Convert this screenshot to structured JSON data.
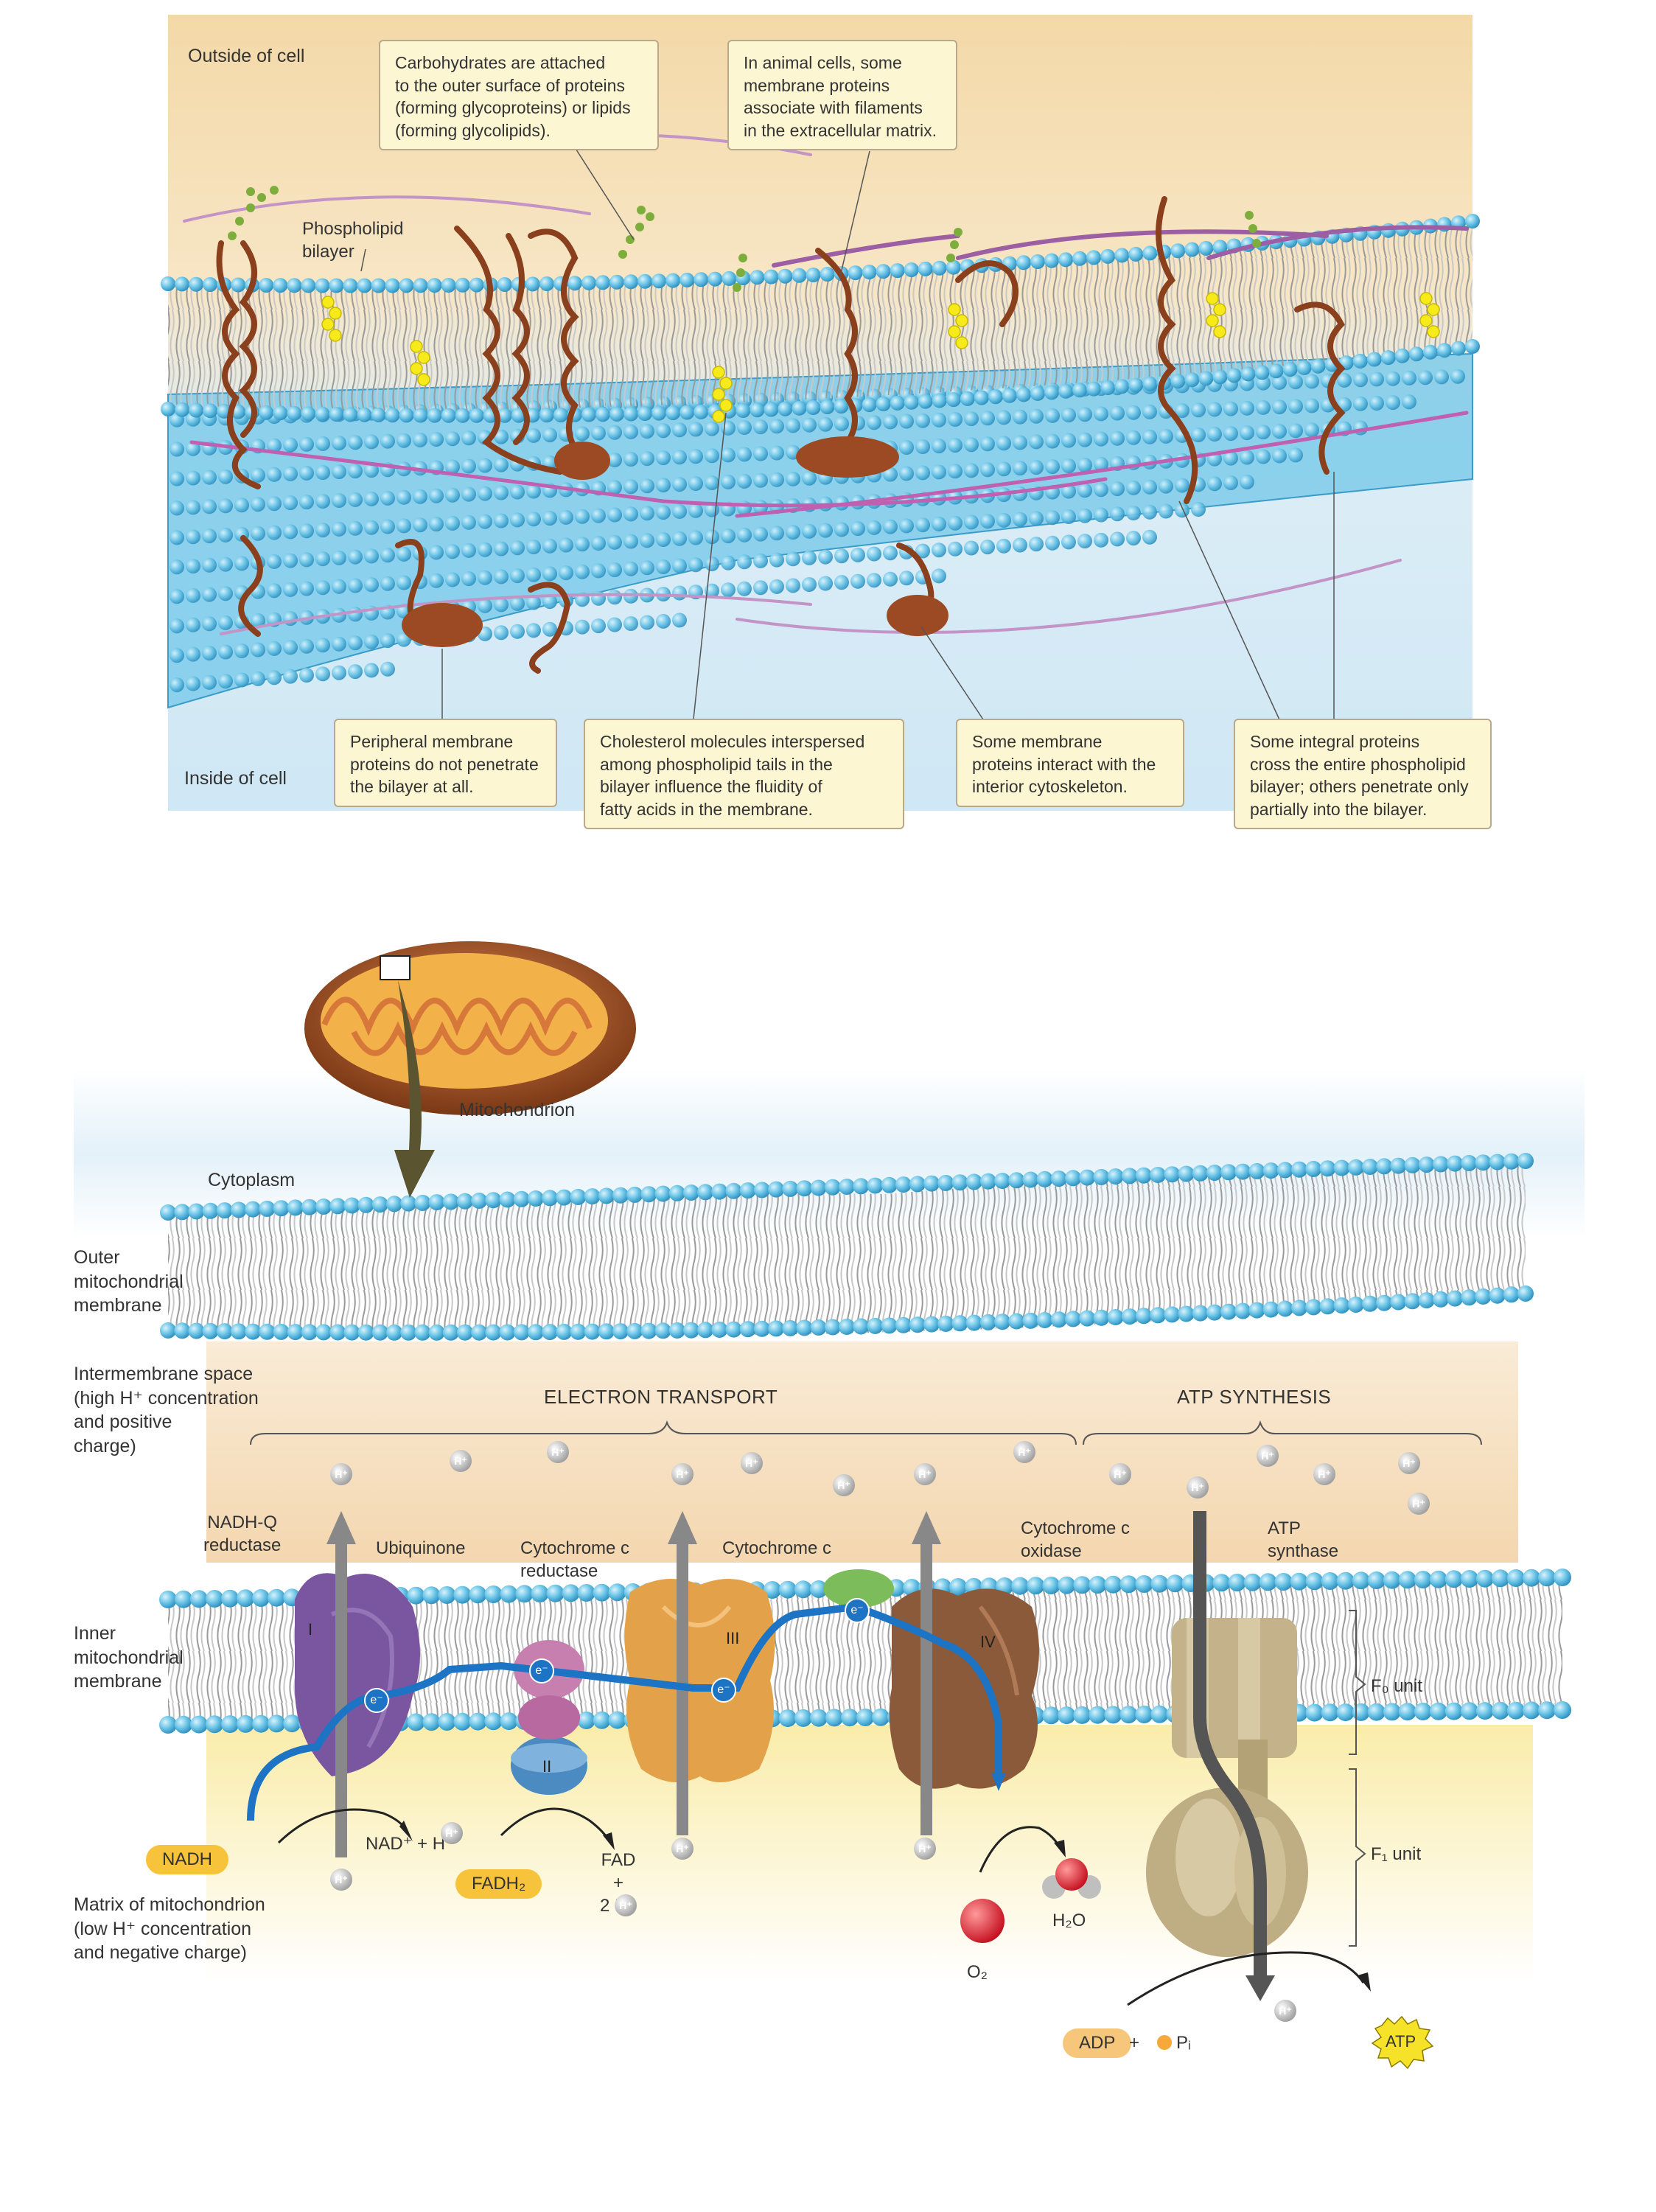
{
  "fig1": {
    "outside_label": "Outside of cell",
    "inside_label": "Inside of cell",
    "phospholipid_label": "Phospholipid\nbilayer",
    "callouts": {
      "carbohydrates": "Carbohydrates are attached\nto the outer surface of proteins\n(forming glycoproteins) or lipids\n(forming glycolipids).",
      "animal_cells": "In animal cells, some\nmembrane proteins\nassociate with filaments\nin the extracellular matrix.",
      "peripheral": "Peripheral membrane\nproteins do not penetrate\nthe bilayer at all.",
      "cholesterol": "Cholesterol molecules interspersed\namong phospholipid tails in the\nbilayer influence the fluidity of\nfatty acids in the membrane.",
      "cytoskeleton": "Some membrane\nproteins interact with the\ninterior cytoskeleton.",
      "integral": "Some integral proteins\ncross the entire phospholipid\nbilayer; others penetrate only\npartially into the bilayer."
    }
  },
  "fig2": {
    "mitochondrion_label": "Mitochondrion",
    "cytoplasm_label": "Cytoplasm",
    "outer_membrane_label": "Outer\nmitochondrial\nmembrane",
    "intermembrane_label": "Intermembrane space\n(high H⁺ concentration\nand positive\ncharge)",
    "inner_membrane_label": "Inner\nmitochondrial\nmembrane",
    "matrix_label": "Matrix of mitochondrion\n(low H⁺ concentration\nand negative charge)",
    "electron_transport_label": "ELECTRON TRANSPORT",
    "atp_synthesis_label": "ATP SYNTHESIS",
    "complexes": {
      "nadh_q": "NADH-Q\nreductase",
      "ubiquinone": "Ubiquinone",
      "cyt_c_reductase": "Cytochrome c\nreductase",
      "cyt_c": "Cytochrome c",
      "cyt_c_oxidase": "Cytochrome c\noxidase",
      "atp_synthase": "ATP\nsynthase"
    },
    "roman": [
      "I",
      "II",
      "III",
      "IV"
    ],
    "f0_unit": "F₀ unit",
    "f1_unit": "F₁ unit",
    "nadh": "NADH",
    "nad_plus_h": "NAD⁺ + H⁺",
    "fadh2": "FADH₂",
    "fad": "FAD\n+\n2 H⁺",
    "o2": "O₂",
    "h2o": "H₂O",
    "adp": "ADP",
    "plus": "+",
    "pi": "Pᵢ",
    "atp": "ATP",
    "electron": "e⁻",
    "proton": "H⁺"
  },
  "colors": {
    "membrane_head": "#5ab9e0",
    "outside_bg": "#f6dfb6",
    "inside_bg": "#d6ecf7",
    "protein_brown": "#8a3f1d",
    "cytoskeleton": "#b57ab8",
    "cholesterol": "#f5e51a",
    "electron_path": "#1d74c4",
    "callout_bg": "#fdf6d2"
  }
}
